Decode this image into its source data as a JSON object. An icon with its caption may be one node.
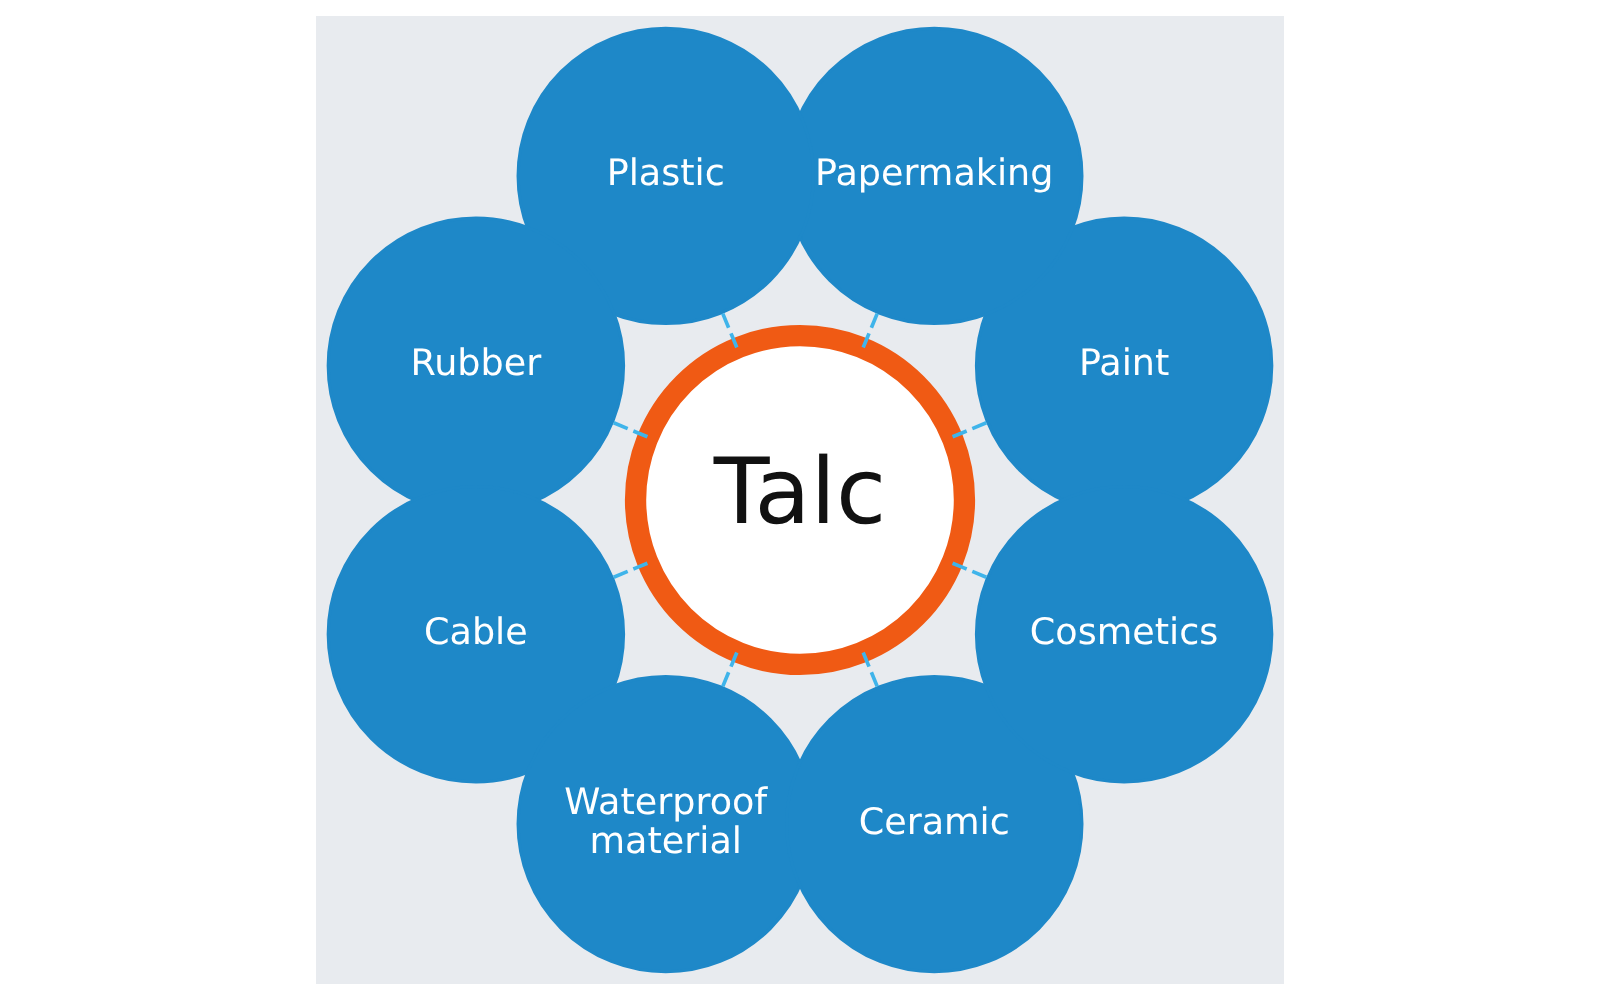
{
  "diagram": {
    "nodes": [
      {
        "text": [
          "Talc"
        ]
      },
      {
        "text": [
          "Paint"
        ]
      },
      {
        "text": [
          "Papermaking"
        ]
      },
      {
        "text": [
          "Plastic"
        ]
      },
      {
        "text": [
          "Rubber"
        ]
      },
      {
        "text": [
          "Cable"
        ]
      },
      {
        "text": [
          "Waterproof material"
        ]
      },
      {
        "text": [
          "Ceramic"
        ]
      },
      {
        "text": [
          "Cosmetics"
        ]
      }
    ],
    "edges": [
      {
        "from": 0,
        "to": 1,
        "arrow": "none",
        "style": "dashed"
      },
      {
        "from": 0,
        "to": 2,
        "arrow": "none",
        "style": "dashed"
      },
      {
        "from": 0,
        "to": 3,
        "arrow": "none",
        "style": "dashed"
      },
      {
        "from": 0,
        "to": 4,
        "arrow": "none",
        "style": "dashed"
      },
      {
        "from": 0,
        "to": 5,
        "arrow": "none",
        "style": "dashed"
      },
      {
        "from": 0,
        "to": 6,
        "arrow": "none",
        "style": "dashed"
      },
      {
        "from": 0,
        "to": 7,
        "arrow": "none",
        "style": "dashed"
      },
      {
        "from": 0,
        "to": 8,
        "arrow": "none",
        "style": "dashed"
      }
    ]
  }
}
